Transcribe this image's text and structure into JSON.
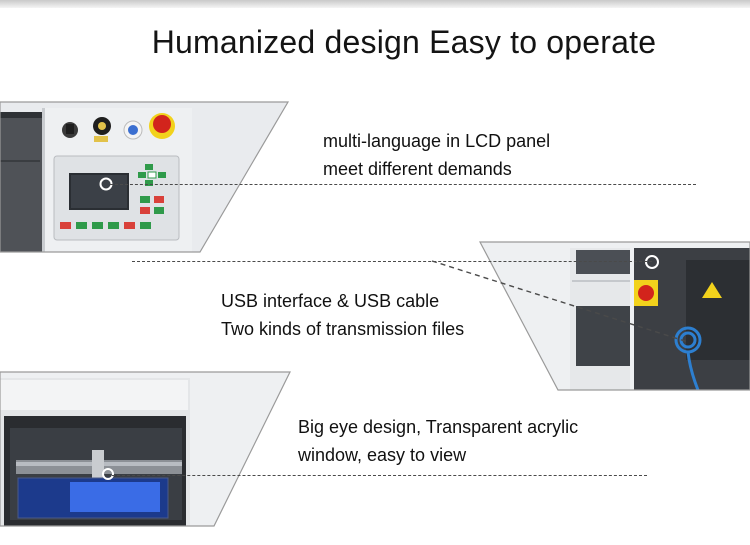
{
  "title": "Humanized design Easy to operate",
  "features": [
    {
      "lines": [
        "multi-language in  LCD panel",
        "meet different demands"
      ]
    },
    {
      "lines": [
        "USB interface & USB cable",
        "Two kinds of transmission files"
      ]
    },
    {
      "lines": [
        "Big eye design, Transparent acrylic",
        "window, easy to view"
      ]
    }
  ],
  "icons": {
    "panel_1": "lcd-control-panel-photo",
    "panel_2": "usb-interface-photo",
    "panel_3": "acrylic-window-photo"
  },
  "colors": {
    "dash": "#4a4a4a",
    "panel_frame": "#9a9a9a",
    "keypad_green": "#2f9a4a",
    "keypad_red": "#d9413a",
    "emergency_red": "#d2241c",
    "cable_blue": "#2d7fd0"
  }
}
